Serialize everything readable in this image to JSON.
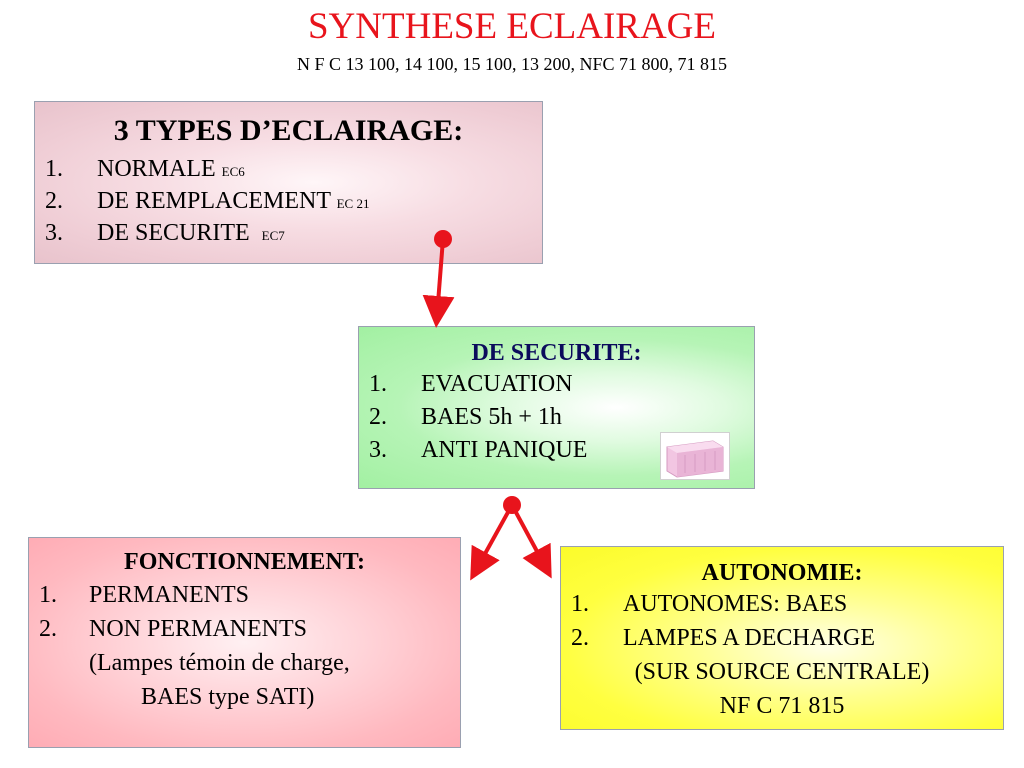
{
  "title": "SYNTHESE ECLAIRAGE",
  "subtitle": "N F C 13 100, 14 100, 15 100, 13 200, NFC 71 800, 71 815",
  "types_box": {
    "heading": "3 TYPES D’ECLAIRAGE:",
    "items": [
      {
        "num": "1.",
        "label": "NORMALE",
        "ref": "EC6"
      },
      {
        "num": "2.",
        "label": "DE REMPLACEMENT",
        "ref": "EC 21"
      },
      {
        "num": "3.",
        "label": "DE SECURITE",
        "ref": "EC7"
      }
    ]
  },
  "securite_box": {
    "heading": "DE SECURITE:",
    "items": [
      {
        "num": "1.",
        "label": "EVACUATION"
      },
      {
        "num": "2.",
        "label": "BAES 5h + 1h"
      },
      {
        "num": "3.",
        "label": "ANTI PANIQUE"
      }
    ],
    "image_icon": "baes-unit-icon"
  },
  "fonctionnement_box": {
    "heading": "FONCTIONNEMENT:",
    "items": [
      {
        "num": "1.",
        "label": "PERMANENTS"
      },
      {
        "num": "2.",
        "label": "NON PERMANENTS"
      }
    ],
    "note_line1": "(Lampes témoin de charge,",
    "note_line2": "BAES type SATI)"
  },
  "autonomie_box": {
    "heading": "AUTONOMIE:",
    "items": [
      {
        "num": "1.",
        "label": "AUTONOMES: BAES"
      },
      {
        "num": "2.",
        "label": "LAMPES A DECHARGE"
      }
    ],
    "note_line1": "(SUR SOURCE CENTRALE)",
    "note_line2": "NF C 71 815"
  },
  "colors": {
    "title": "#e8141c",
    "arrow": "#e8141c",
    "heading_dark": "#000000"
  }
}
